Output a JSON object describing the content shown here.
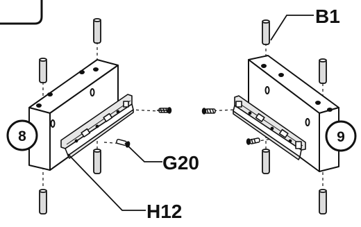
{
  "step_numbers": {
    "left": "8",
    "right": "9"
  },
  "part_labels": {
    "dowel": "B1",
    "screw": "G20",
    "slide": "H12"
  },
  "colors": {
    "ink": "#111111",
    "panel_shade": "#e6e6e6",
    "dowel_shade": "#dcdcdc"
  }
}
